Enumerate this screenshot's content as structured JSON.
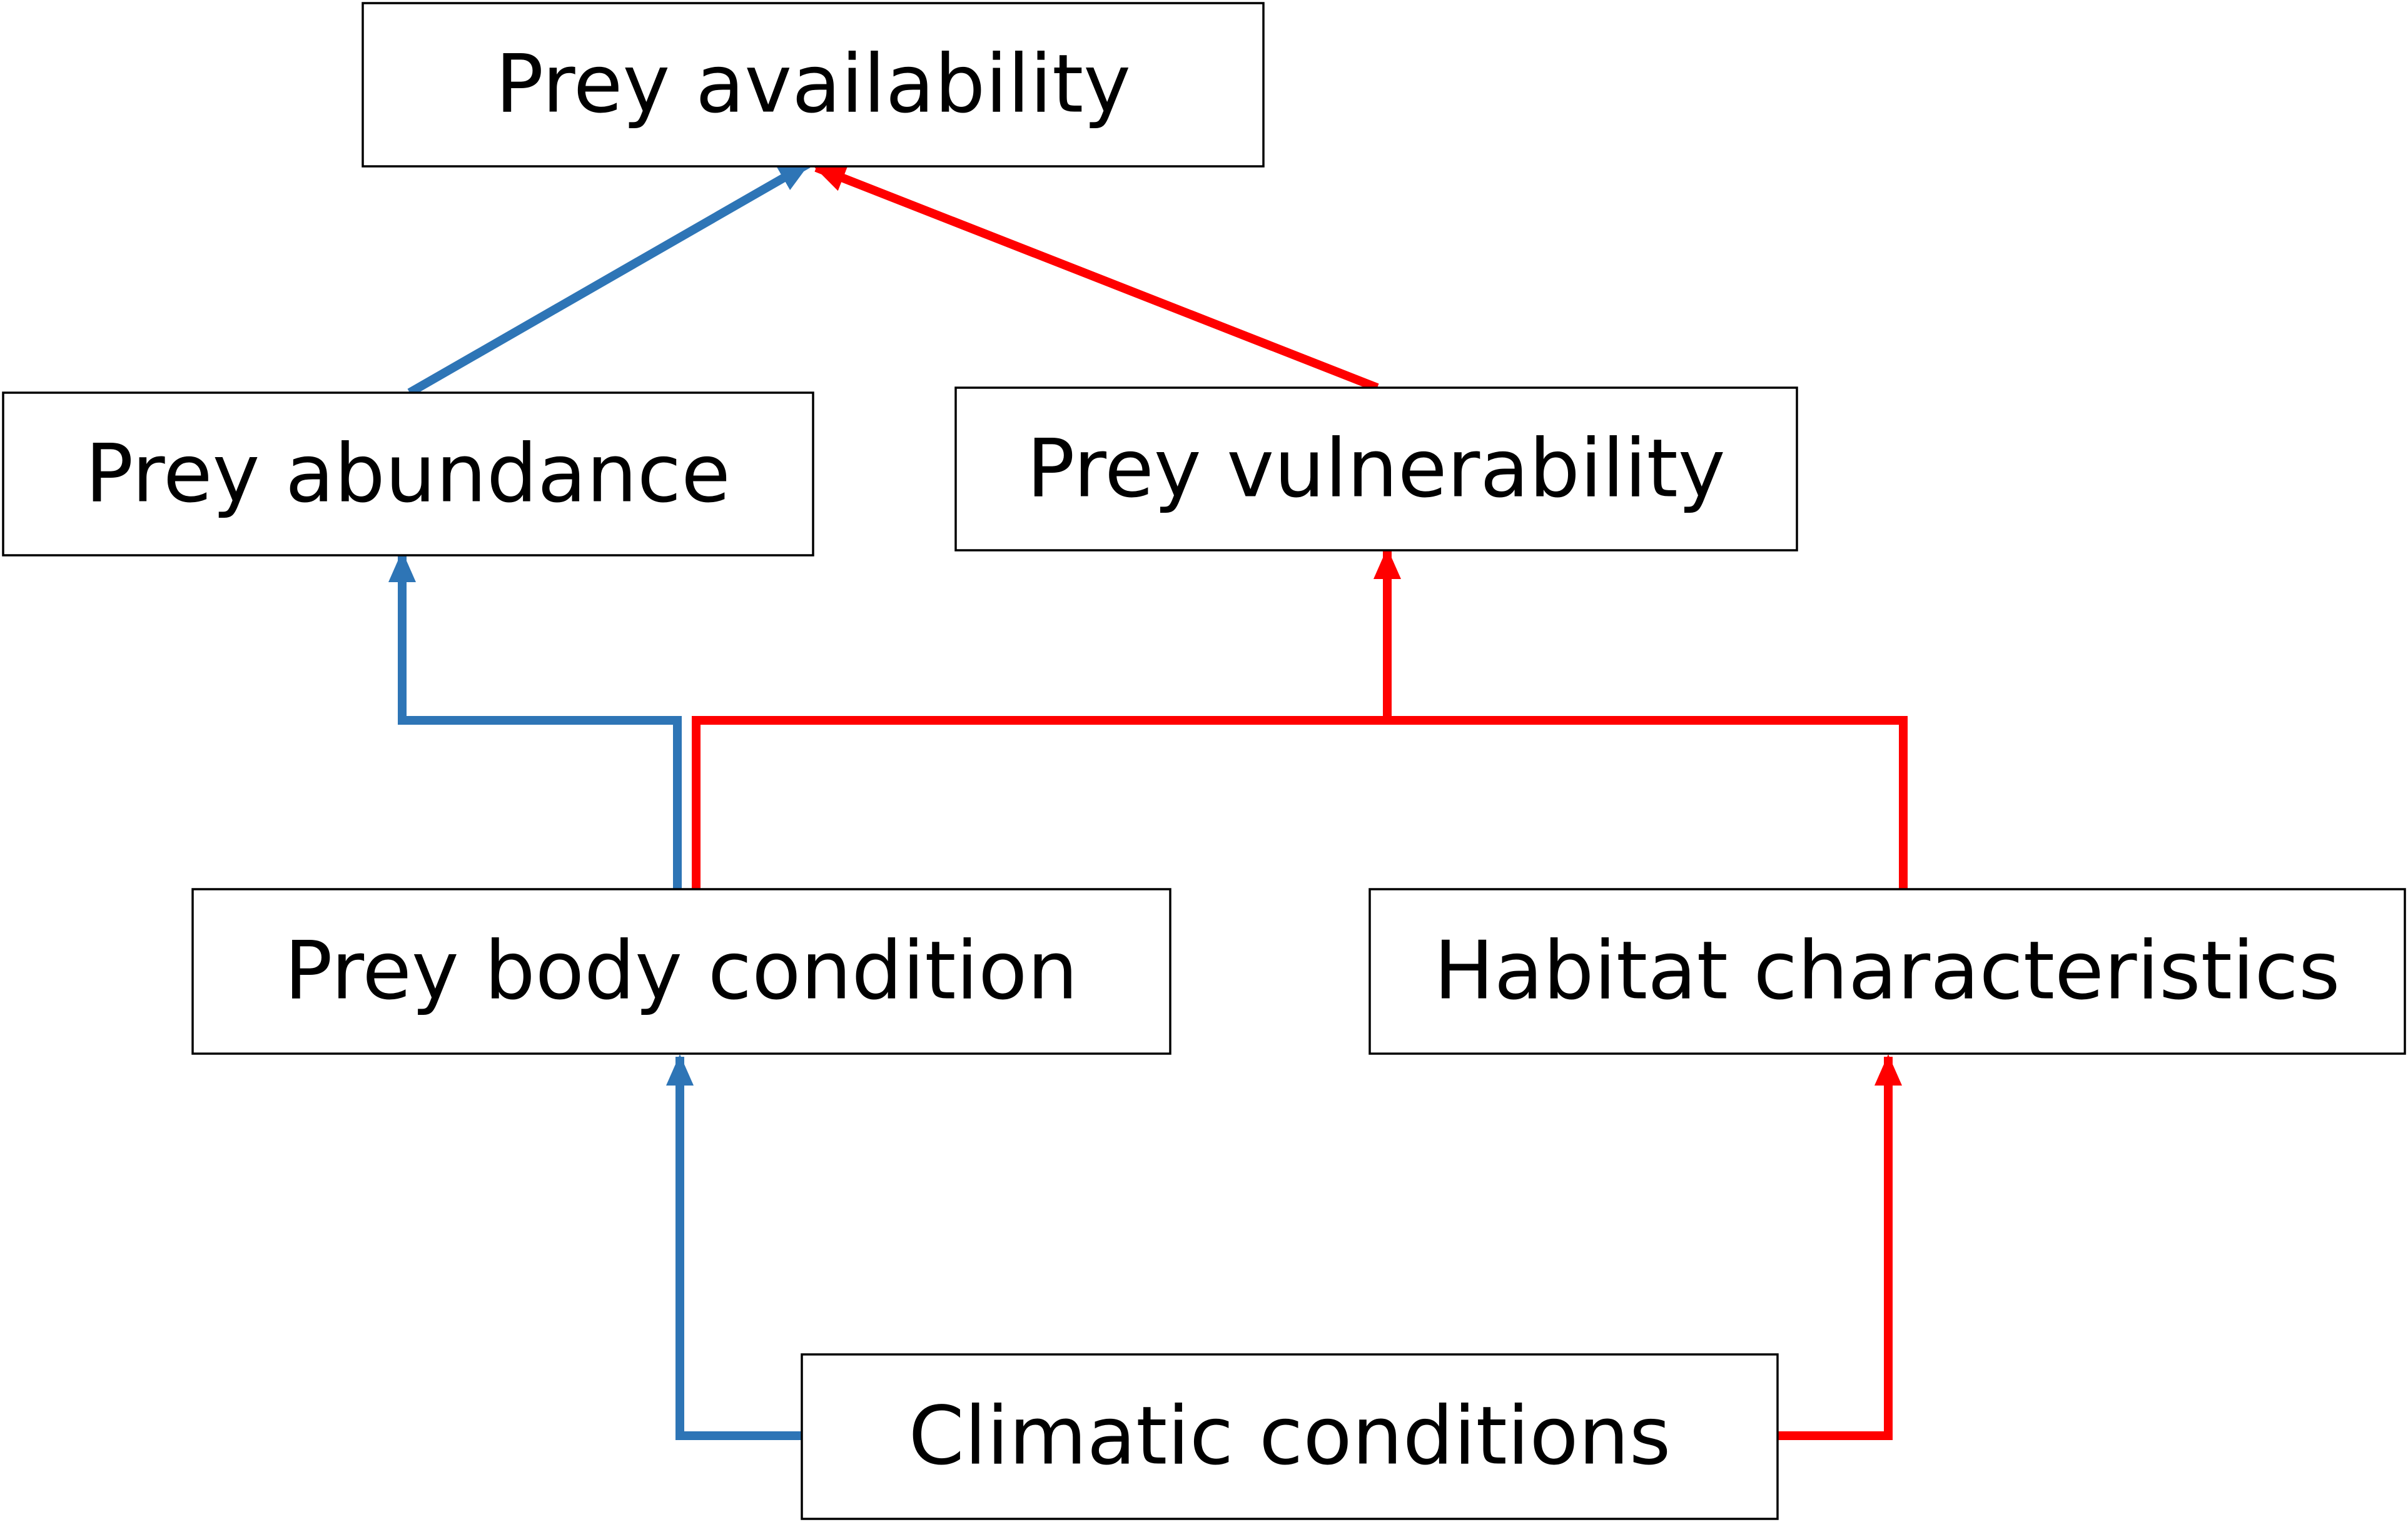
{
  "colors": {
    "blue": "#2e75b6",
    "red": "#ff0000",
    "box_border": "#000000",
    "text": "#000000",
    "background": "#ffffff"
  },
  "nodes": {
    "prey_availability": "Prey availability",
    "prey_abundance": "Prey abundance",
    "prey_vulnerability": "Prey vulnerability",
    "prey_body_condition": "Prey body condition",
    "habitat_characteristics": "Habitat characteristics",
    "climatic_conditions": "Climatic conditions"
  },
  "edges": [
    {
      "from": "climatic_conditions",
      "to": "prey_body_condition",
      "color": "blue"
    },
    {
      "from": "climatic_conditions",
      "to": "habitat_characteristics",
      "color": "red"
    },
    {
      "from": "prey_body_condition",
      "to": "prey_abundance",
      "color": "blue"
    },
    {
      "from": "prey_body_condition",
      "to": "prey_vulnerability",
      "color": "red"
    },
    {
      "from": "habitat_characteristics",
      "to": "prey_vulnerability",
      "color": "red"
    },
    {
      "from": "prey_abundance",
      "to": "prey_availability",
      "color": "blue"
    },
    {
      "from": "prey_vulnerability",
      "to": "prey_availability",
      "color": "red"
    }
  ]
}
